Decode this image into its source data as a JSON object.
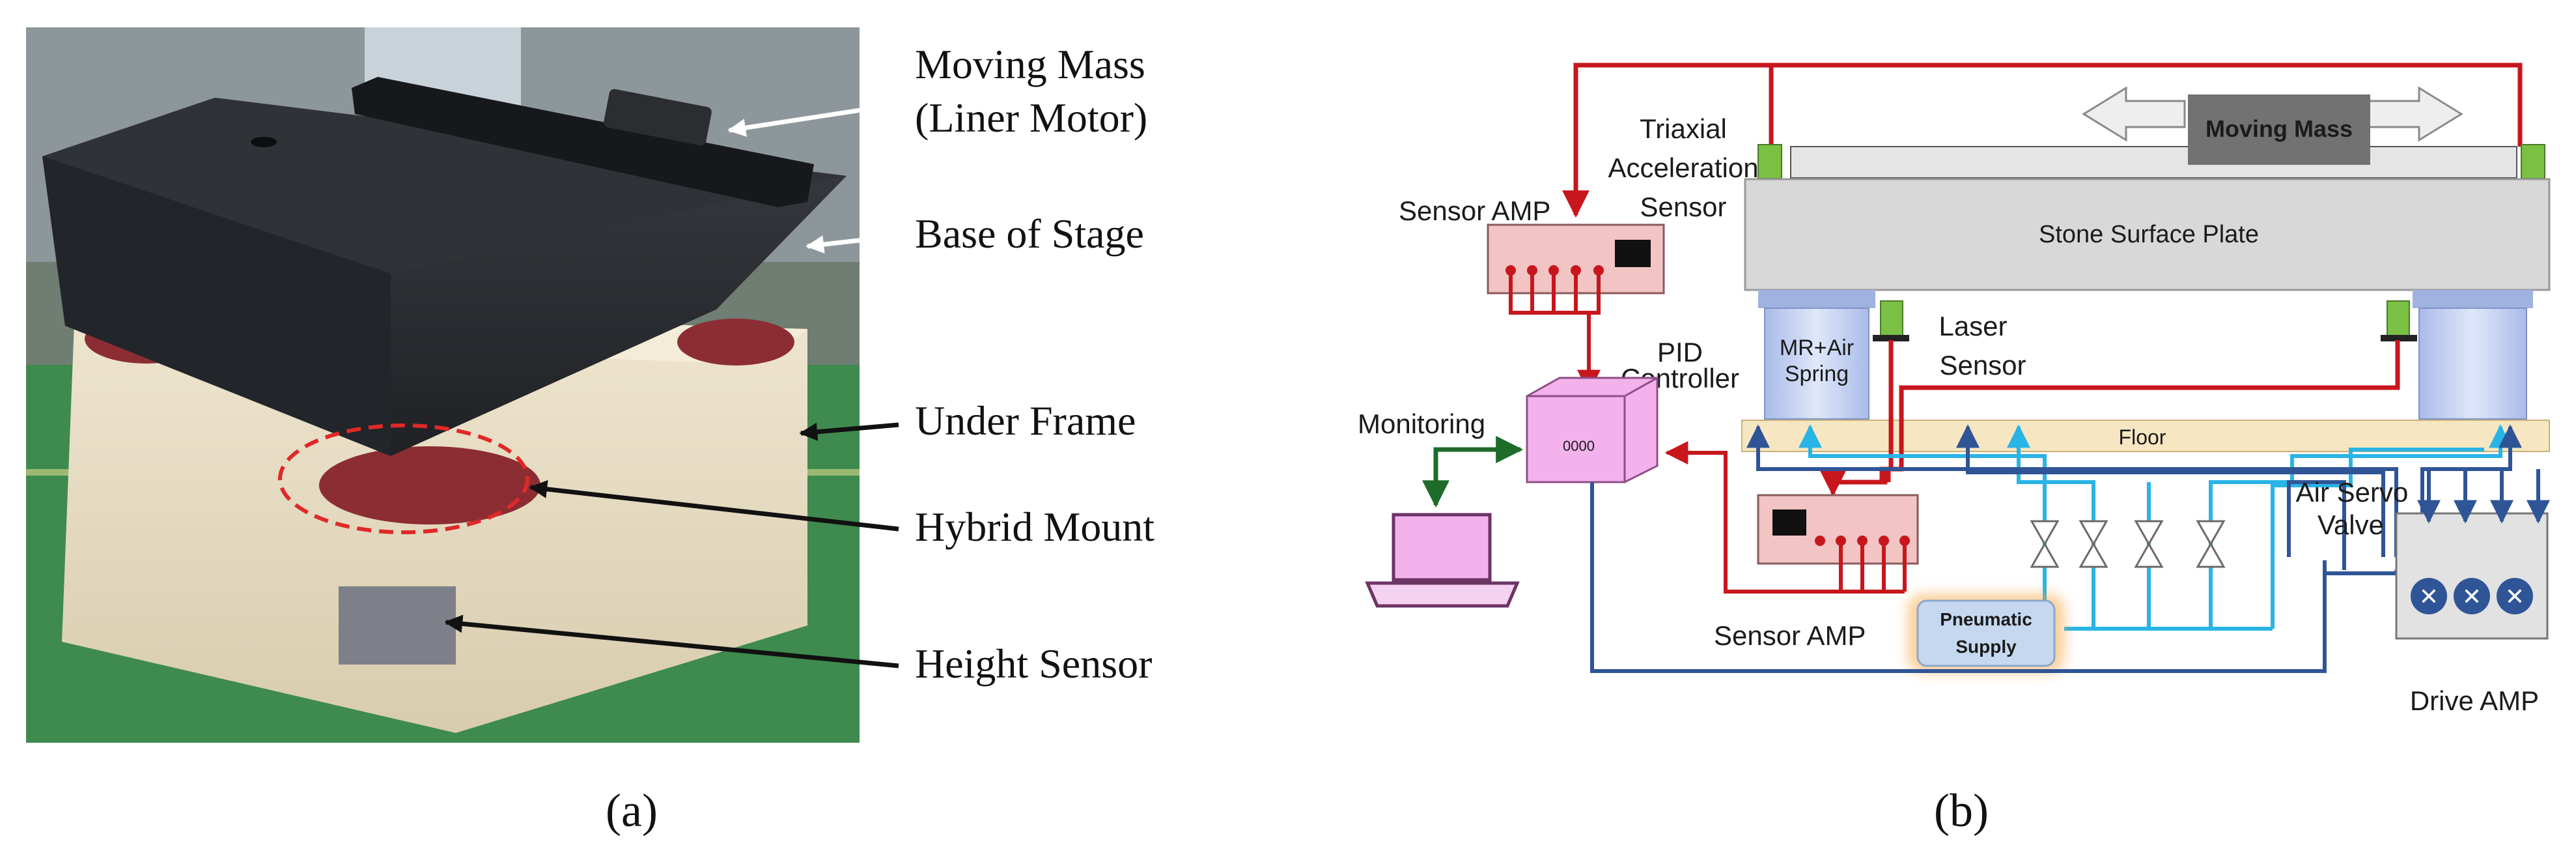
{
  "panel_a": {
    "caption": "(a)",
    "labels": {
      "moving_mass_line1": "Moving Mass",
      "moving_mass_line2": "(Liner Motor)",
      "base_of_stage": "Base of Stage",
      "under_frame": "Under Frame",
      "hybrid_mount": "Hybrid Mount",
      "height_sensor": "Height Sensor"
    }
  },
  "panel_b": {
    "caption": "(b)",
    "moving_mass": "Moving Mass",
    "stone_surface_plate": "Stone Surface Plate",
    "floor": "Floor",
    "triaxial_line1": "Triaxial",
    "triaxial_line2": "Acceleration",
    "triaxial_line3": "Sensor",
    "sensor_amp_top": "Sensor AMP",
    "sensor_amp_bottom": "Sensor AMP",
    "pid_line1": "PID",
    "pid_line2": "Controller",
    "pid_display": "0000",
    "monitoring": "Monitoring",
    "laser_line1": "Laser",
    "laser_line2": "Sensor",
    "mr_air_line1": "MR+Air",
    "mr_air_line2": "Spring",
    "air_servo_line1": "Air Servo",
    "air_servo_line2": "Valve",
    "pneumatic_line1": "Pneumatic",
    "pneumatic_line2": "Supply",
    "drive_amp": "Drive AMP"
  },
  "colors": {
    "signal_red": "#c8161d",
    "supply_cyan": "#29b4e6",
    "control_navy": "#2f5597",
    "monitor_green": "#1f6b2a",
    "controller_pink": "#f3b2ec",
    "amp_pink": "#f2c4c4",
    "stone_gray": "#d8d8d8",
    "floor_beige": "#f6e6c2",
    "mount_blue": "#c6d4f3",
    "sensor_green": "#7ac143"
  }
}
